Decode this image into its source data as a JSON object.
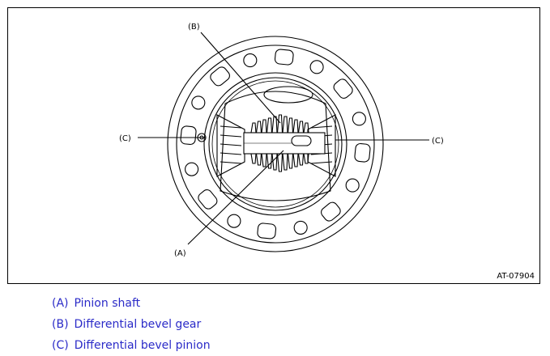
{
  "figure": {
    "callouts": {
      "a": "(A)",
      "b": "(B)",
      "c_left": "(C)",
      "c_right": "(C)"
    },
    "figure_id": "AT-07904"
  },
  "legend": [
    {
      "key": "(A)",
      "label": "Pinion shaft"
    },
    {
      "key": "(B)",
      "label": "Differential bevel gear"
    },
    {
      "key": "(C)",
      "label": "Differential bevel pinion"
    }
  ],
  "colors": {
    "legend_text": "#2b2bc8",
    "line_art": "#000000"
  }
}
